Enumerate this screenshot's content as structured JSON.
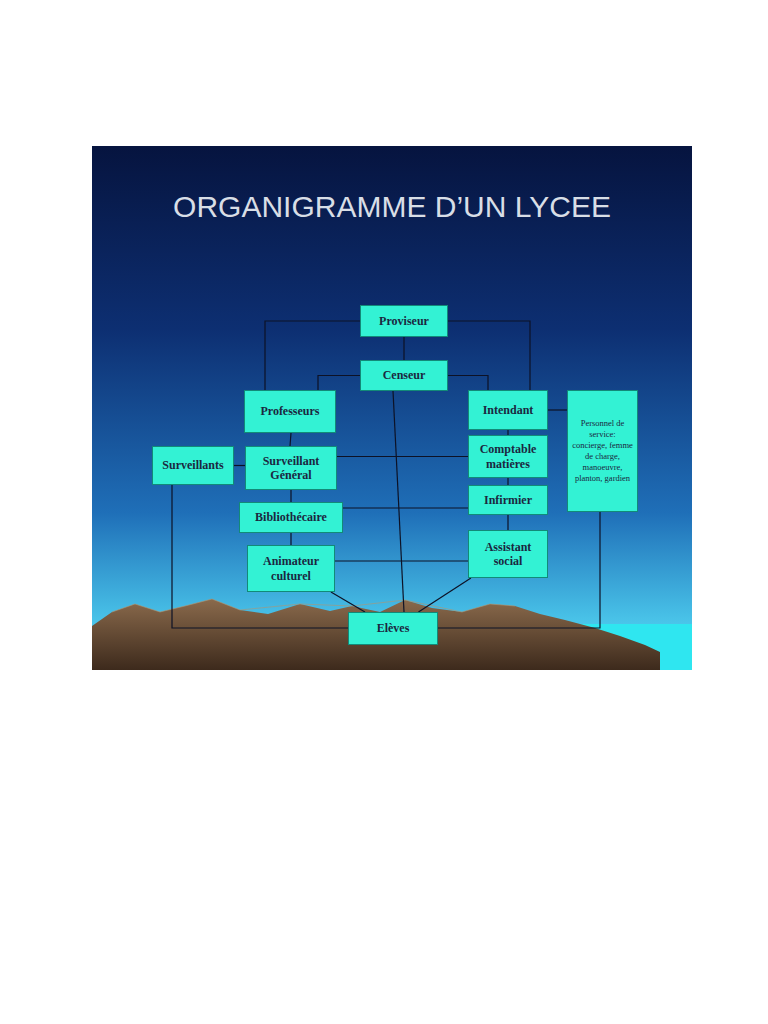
{
  "diagram": {
    "title": "ORGANIGRAMME D’UN LYCEE",
    "nodes": [
      {
        "text": [
          "Proviseur"
        ]
      },
      {
        "text": [
          "Censeur"
        ]
      },
      {
        "text": [
          "Professeurs"
        ]
      },
      {
        "text": [
          "Intendant"
        ]
      },
      {
        "text": [
          "Personnel de service: concierge, femme de charge, manoeuvre, planton, gardien"
        ]
      },
      {
        "text": [
          "Surveillants"
        ]
      },
      {
        "text": [
          "Surveillant Général"
        ]
      },
      {
        "text": [
          "Comptable matières"
        ]
      },
      {
        "text": [
          "Bibliothécaire"
        ]
      },
      {
        "text": [
          "Infirmier"
        ]
      },
      {
        "text": [
          "Animateur culturel"
        ]
      },
      {
        "text": [
          "Assistant social"
        ]
      },
      {
        "text": [
          "Elèves"
        ]
      }
    ],
    "edges": [
      {
        "from": 0,
        "to": 1,
        "arrow": "none"
      },
      {
        "from": 0,
        "to": 2,
        "arrow": "none"
      },
      {
        "from": 0,
        "to": 3,
        "arrow": "none"
      },
      {
        "from": 1,
        "to": 2,
        "arrow": "none"
      },
      {
        "from": 1,
        "to": 3,
        "arrow": "none"
      },
      {
        "from": 1,
        "to": 12,
        "arrow": "none"
      },
      {
        "from": 2,
        "to": 6,
        "arrow": "none"
      },
      {
        "from": 6,
        "to": 8,
        "arrow": "none"
      },
      {
        "from": 8,
        "to": 10,
        "arrow": "none"
      },
      {
        "from": 5,
        "to": 6,
        "arrow": "none"
      },
      {
        "from": 6,
        "to": 7,
        "arrow": "none"
      },
      {
        "from": 8,
        "to": 9,
        "arrow": "none"
      },
      {
        "from": 10,
        "to": 11,
        "arrow": "none"
      },
      {
        "from": 3,
        "to": 7,
        "arrow": "none"
      },
      {
        "from": 7,
        "to": 9,
        "arrow": "none"
      },
      {
        "from": 9,
        "to": 11,
        "arrow": "none"
      },
      {
        "from": 3,
        "to": 4,
        "arrow": "none"
      },
      {
        "from": 5,
        "to": 12,
        "arrow": "none"
      },
      {
        "from": 10,
        "to": 12,
        "arrow": "none"
      },
      {
        "from": 11,
        "to": 12,
        "arrow": "none"
      },
      {
        "from": 4,
        "to": 12,
        "arrow": "none"
      }
    ]
  }
}
